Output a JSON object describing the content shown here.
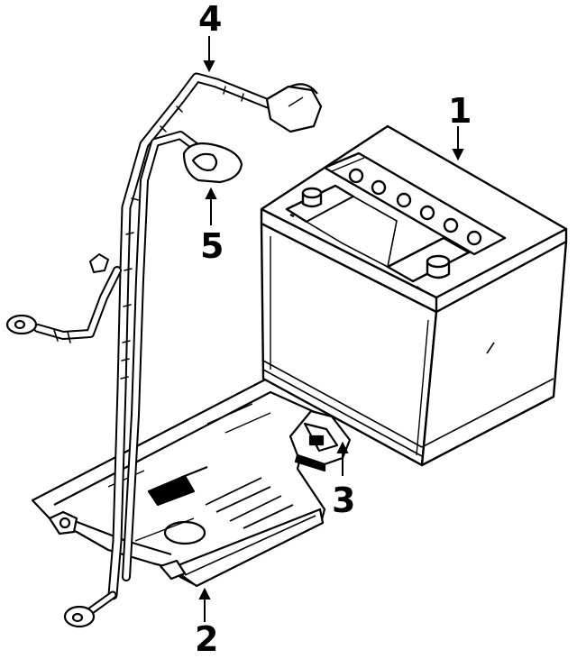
{
  "callouts": {
    "battery": "1",
    "tray": "2",
    "hold_down_clamp": "3",
    "negative_cable": "4",
    "positive_cable": "5"
  },
  "colors": {
    "ink": "#000000",
    "paper": "#ffffff",
    "tray_shade": "#000000"
  }
}
